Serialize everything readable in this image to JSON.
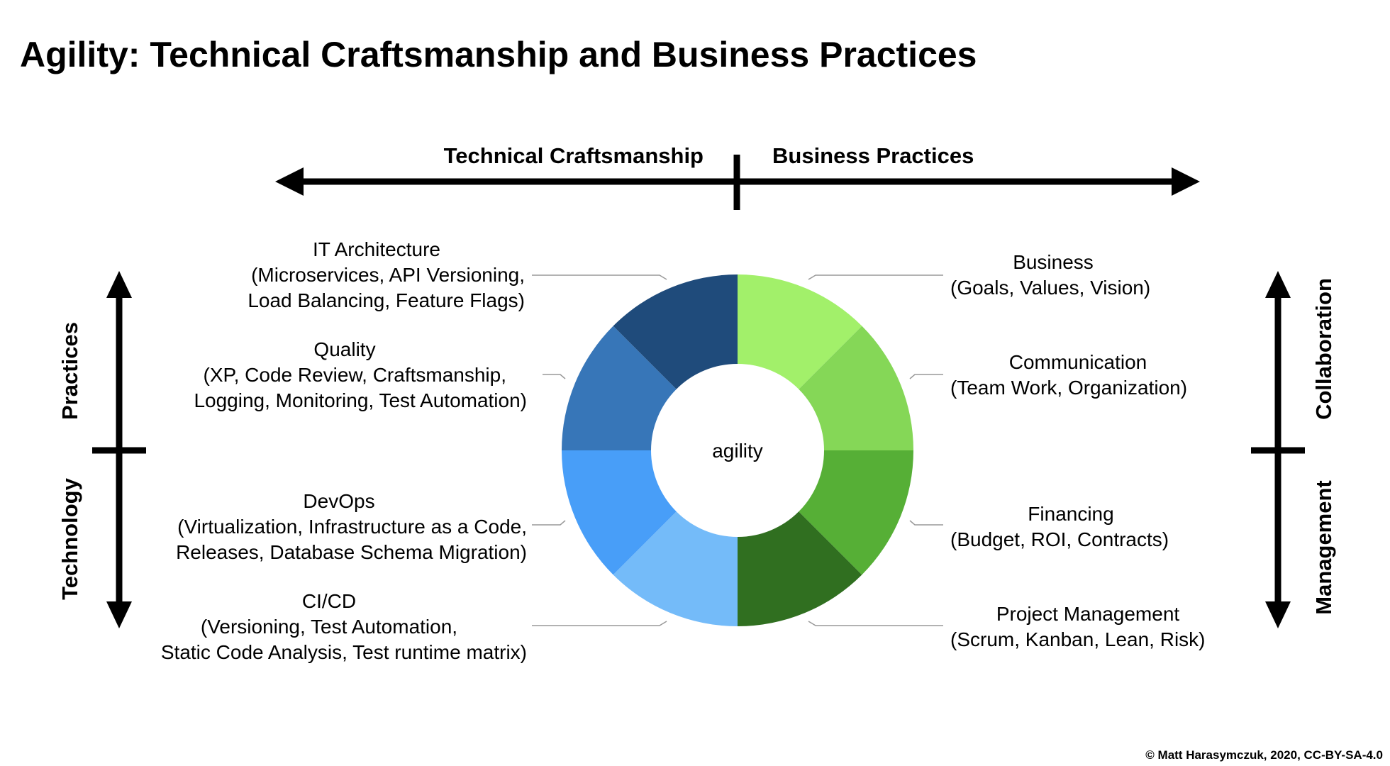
{
  "title": "Agility: Technical Craftsmanship and Business Practices",
  "horizontal_axis": {
    "left_label": "Technical Craftsmanship",
    "right_label": "Business Practices"
  },
  "left_axis": {
    "top_label": "Practices",
    "bottom_label": "Technology"
  },
  "right_axis": {
    "top_label": "Collaboration",
    "bottom_label": "Management"
  },
  "center_label": "agility",
  "colors": {
    "segments": [
      "#a2f06a",
      "#85d757",
      "#56af36",
      "#306f20",
      "#74bbf9",
      "#489ef8",
      "#3776b8",
      "#1f4b7b"
    ],
    "axes": "#000000",
    "leader_lines": "#999999"
  },
  "segments_left": [
    {
      "name": "IT Architecture",
      "detail_lines": [
        "(Microservices, API Versioning,",
        "Load Balancing, Feature Flags)"
      ]
    },
    {
      "name": "Quality",
      "detail_lines": [
        "(XP, Code Review, Craftsmanship,",
        "Logging, Monitoring, Test Automation)"
      ]
    },
    {
      "name": "DevOps",
      "detail_lines": [
        "(Virtualization, Infrastructure as a Code,",
        "Releases, Database Schema Migration)"
      ]
    },
    {
      "name": "CI/CD",
      "detail_lines": [
        "(Versioning, Test Automation,",
        "Static Code Analysis, Test runtime matrix)"
      ]
    }
  ],
  "segments_right": [
    {
      "name": "Business",
      "detail": "(Goals, Values, Vision)"
    },
    {
      "name": "Communication",
      "detail": "(Team Work, Organization)"
    },
    {
      "name": "Financing",
      "detail": "(Budget, ROI, Contracts)"
    },
    {
      "name": "Project Management",
      "detail": "(Scrum, Kanban, Lean, Risk)"
    }
  ],
  "credit": "© Matt Harasymczuk, 2020, CC-BY-SA-4.0"
}
